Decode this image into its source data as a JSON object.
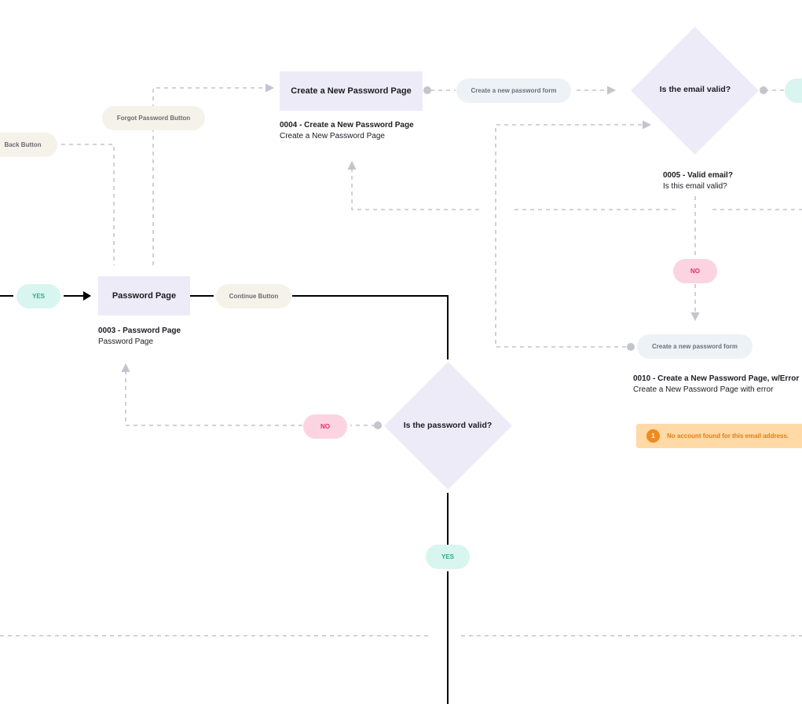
{
  "nodes": {
    "password_page": "Password Page",
    "create_new_password_page": "Create a  New Password Page"
  },
  "decisions": {
    "email_valid": "Is the email valid?",
    "password_valid": "Is the password valid?"
  },
  "actions": {
    "forgot_password": "Forgot Password Button",
    "back": "Back Button",
    "continue": "Continue Button",
    "create_form_top": "Create a new password form",
    "create_form_bottom": "Create a new password form"
  },
  "branches": {
    "yes_left": "YES",
    "no_password": "NO",
    "yes_password": "YES",
    "no_email": "NO"
  },
  "captions": {
    "c0003": {
      "title": "0003 - Password Page",
      "subtitle": "Password Page"
    },
    "c0004": {
      "title": "0004 - Create a  New Password Page",
      "subtitle": "Create a  New Password Page"
    },
    "c0005": {
      "title": "0005 - Valid email?",
      "subtitle": "Is this email valid?"
    },
    "c0010": {
      "title": "0010 - Create a  New Password Page, w/Error",
      "subtitle": "Create a  New Password Page with error"
    }
  },
  "alert": {
    "badge": "1",
    "message": "No account found for this email address."
  },
  "colors": {
    "node_fill": "#ecebf7",
    "connector_dashed": "#c4c4cc",
    "connector_solid": "#000000",
    "yes_pill": "#d9f5ef",
    "no_pill": "#fcd4e1",
    "alert_fill": "#ffd9a6"
  }
}
